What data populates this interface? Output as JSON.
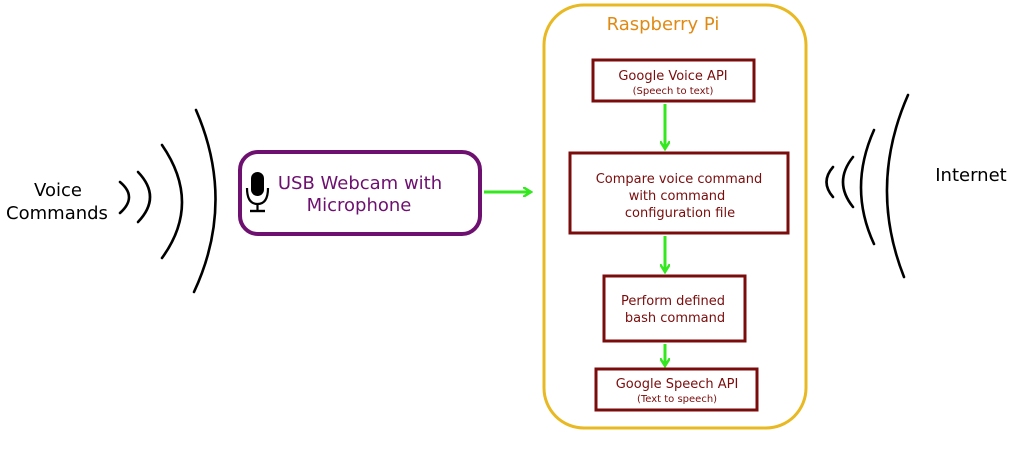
{
  "colors": {
    "pi_border": "#e8b923",
    "pi_title": "#e08a14",
    "box_border": "#7a0c0c",
    "box_text": "#7a0c0c",
    "webcam_border": "#6e1070",
    "webcam_text": "#6e1070",
    "arrow": "#33e81e",
    "waves": "#000000",
    "text": "#000000"
  },
  "left": {
    "label_line1": "Voice",
    "label_line2": "Commands"
  },
  "webcam": {
    "icon": "microphone-icon",
    "line1": "USB Webcam with",
    "line2": "Microphone"
  },
  "pi": {
    "title": "Raspberry Pi",
    "boxes": [
      {
        "line1": "Google Voice API",
        "sub": "(Speech to text)"
      },
      {
        "line1": "Compare voice command",
        "line2": "with command",
        "line3": "configuration file"
      },
      {
        "line1": "Perform defined",
        "line2": "bash command"
      },
      {
        "line1": "Google Speech API",
        "sub": "(Text to speech)"
      }
    ]
  },
  "right": {
    "label": "Internet"
  }
}
